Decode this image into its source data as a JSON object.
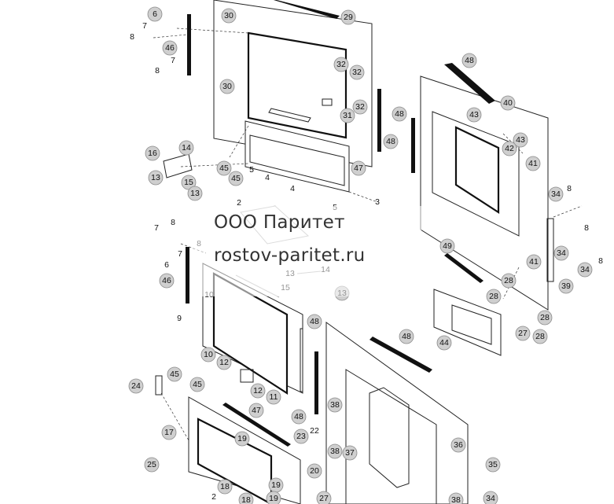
{
  "watermark": {
    "line1": "ООО Паритет",
    "line2": "rostov-paritet.ru"
  },
  "callout_numbers": [
    "2",
    "3",
    "4",
    "5",
    "6",
    "7",
    "8",
    "9",
    "10",
    "11",
    "12",
    "13",
    "14",
    "15",
    "16",
    "17",
    "18",
    "19",
    "20",
    "22",
    "23",
    "24",
    "25",
    "27",
    "28",
    "29",
    "30",
    "31",
    "32",
    "34",
    "35",
    "36",
    "37",
    "38",
    "39",
    "40",
    "41",
    "42",
    "43",
    "44",
    "45",
    "46",
    "47",
    "48",
    "49"
  ]
}
